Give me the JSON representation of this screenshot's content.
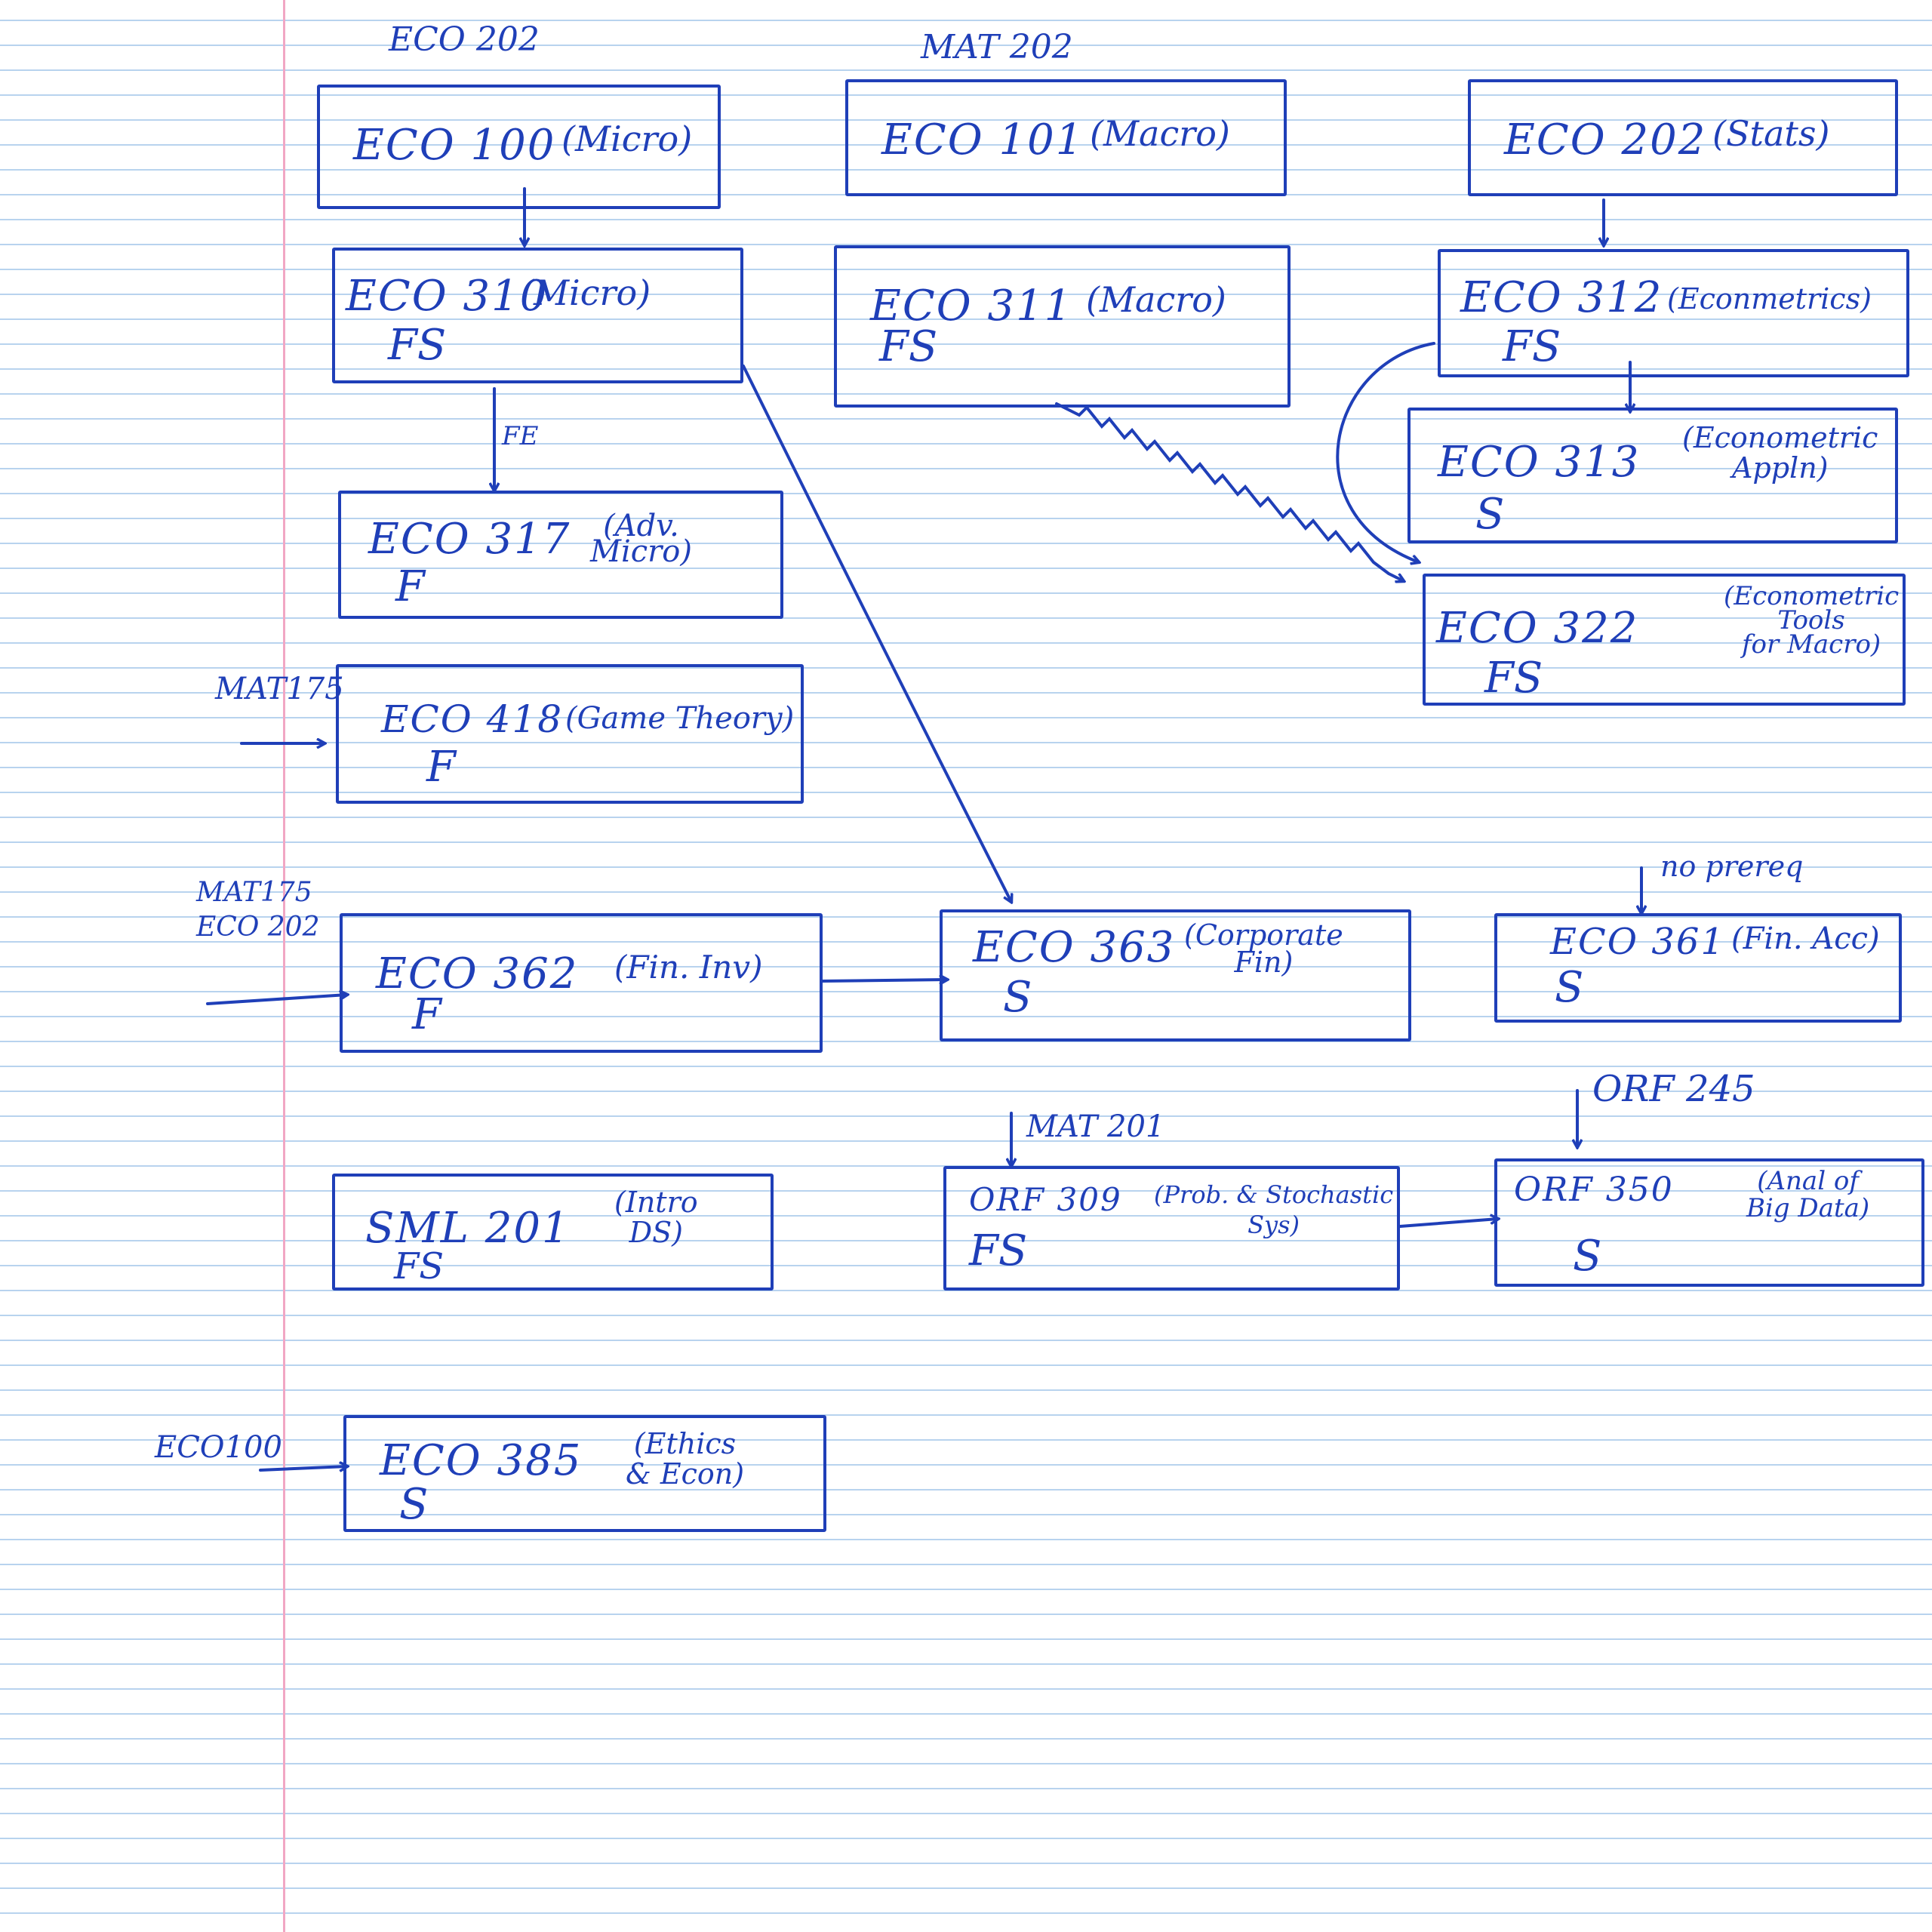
{
  "boxes": {
    "eco100": {
      "code": "ECO 100",
      "desc": "(Micro)",
      "term": ""
    },
    "eco101": {
      "code": "ECO 101",
      "desc": "(Macro)",
      "term": ""
    },
    "eco202": {
      "code": "ECO 202",
      "desc": "(Stats)",
      "term": ""
    },
    "eco310": {
      "code": "ECO 310",
      "desc": "(Micro)",
      "term": "FS"
    },
    "eco311": {
      "code": "ECO 311",
      "desc": "(Macro)",
      "term": "FS"
    },
    "eco312": {
      "code": "ECO 312",
      "desc": "(Econmetrics)",
      "term": "FS"
    },
    "eco313": {
      "code": "ECO 313",
      "desc": "(Econometric\nAppln)",
      "term": "S"
    },
    "eco317": {
      "code": "ECO 317",
      "desc": "(Adv.\nMicro)",
      "term": "F"
    },
    "eco322": {
      "code": "ECO 322",
      "desc": "(Econometric\nTools\nfor Macro)",
      "term": "FS"
    },
    "eco418": {
      "code": "ECO 418",
      "desc": "(Game Theory)",
      "term": "F"
    },
    "eco362": {
      "code": "ECO 362",
      "desc": "(Fin. Inv)",
      "term": "F"
    },
    "eco363": {
      "code": "ECO 363",
      "desc": "(Corporate\nFin)",
      "term": "S"
    },
    "eco361": {
      "code": "ECO 361",
      "desc": "(Fin. Acc)",
      "term": "S"
    },
    "sml201": {
      "code": "SML 201",
      "desc": "(Intro\nDS)",
      "term": "FS"
    },
    "orf309": {
      "code": "ORF 309",
      "desc": "(Prob. & Stochastic\nSys)",
      "term": "FS"
    },
    "orf350": {
      "code": "ORF 350",
      "desc": "(Anal of\nBig Data)",
      "term": "S"
    },
    "eco385": {
      "code": "ECO 385",
      "desc": "(Ethics\n& Econ)",
      "term": "S"
    }
  },
  "notes": {
    "eco100_top": "ECO 202",
    "eco101_top": "MAT 202",
    "fe": "FE",
    "mat175_a": "MAT175",
    "mat175_b": "MAT175\nECO 202",
    "no_prereq": "no prereq",
    "mat201": "MAT 201",
    "orf245": "ORF 245",
    "eco100_side": "ECO100"
  },
  "ink_color": "#1f3fb8"
}
